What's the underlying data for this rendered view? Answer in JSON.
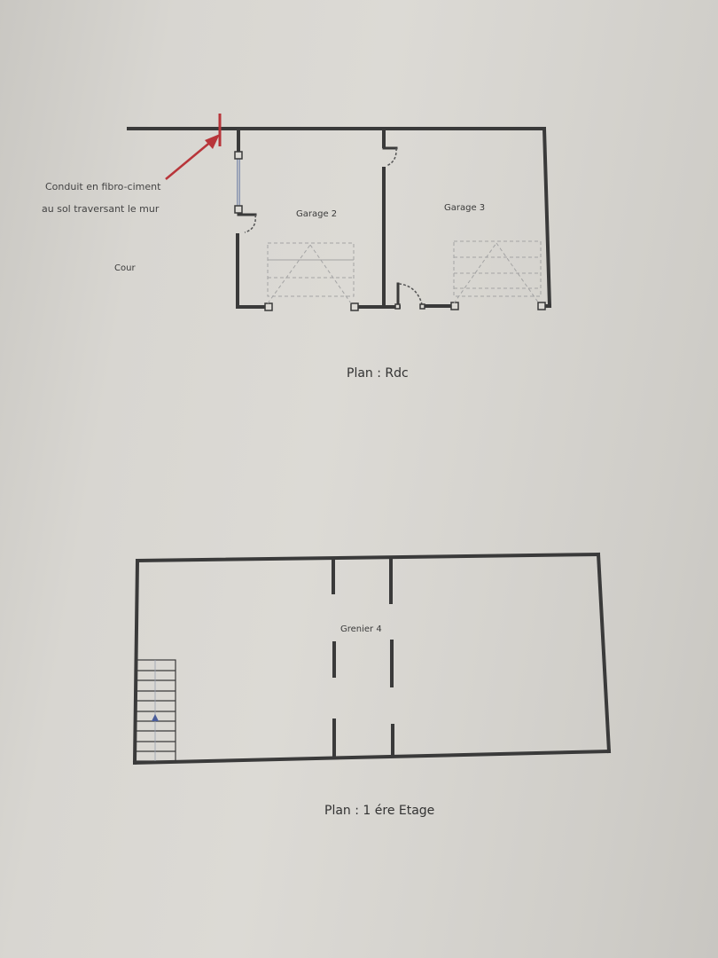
{
  "plans": [
    {
      "id": "rdc",
      "caption": "Plan : Rdc",
      "rooms": [
        {
          "name": "Garage 2"
        },
        {
          "name": "Garage 3"
        }
      ],
      "outside_label": "Cour",
      "annotation": {
        "line1": "Conduit en fibro-ciment",
        "line2": "au sol traversant le mur",
        "arrow_color": "#b8353a"
      }
    },
    {
      "id": "etage1",
      "caption": "Plan : 1 ére Etage",
      "rooms": [
        {
          "name": "Grenier 4"
        }
      ],
      "stair_arrow_color": "#4a5d9a"
    }
  ],
  "colors": {
    "wall": "#3a3a3a",
    "window": "#8a96b0",
    "dashed": "#9a9a9a",
    "annotation": "#b8353a"
  }
}
